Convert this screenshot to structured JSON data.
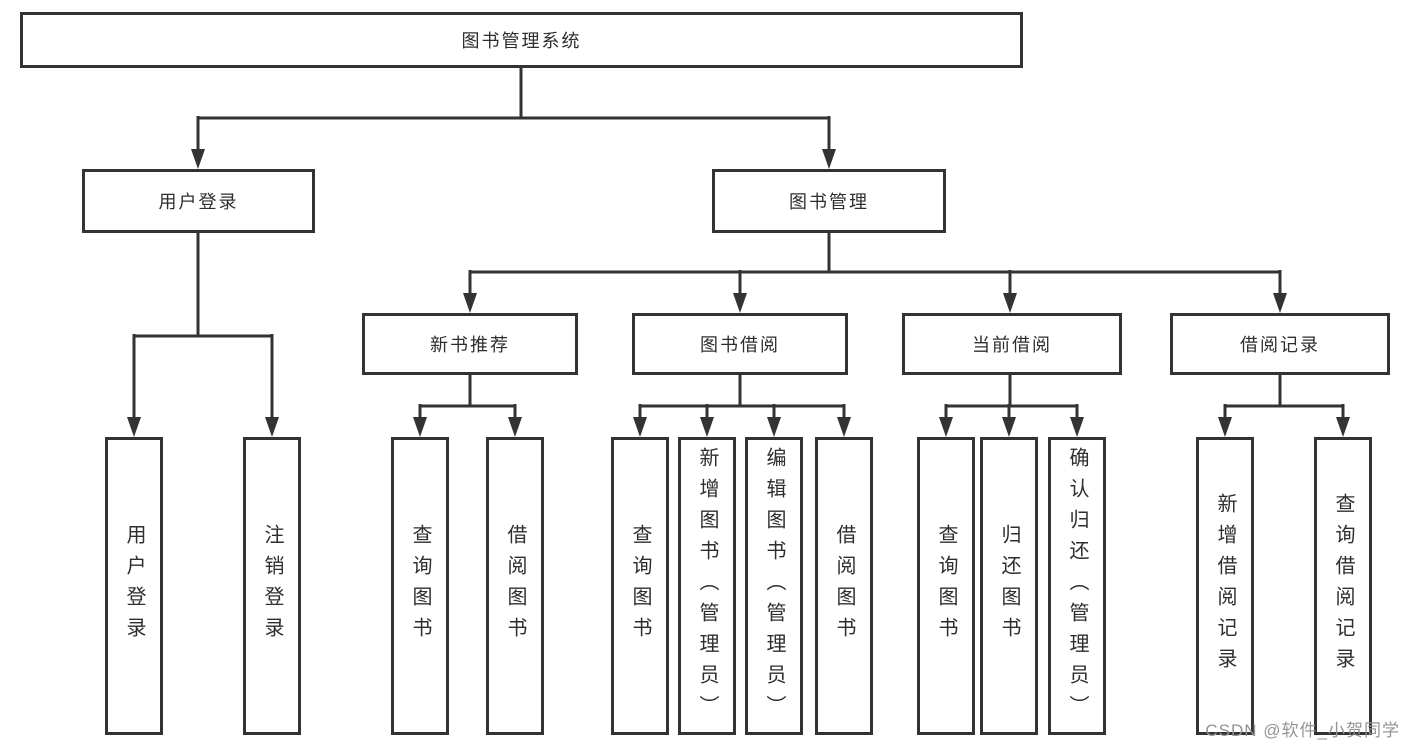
{
  "tree": {
    "label": "图书管理系统",
    "children": [
      {
        "label": "用户登录",
        "children": [
          {
            "label": "用户登录"
          },
          {
            "label": "注销登录"
          }
        ]
      },
      {
        "label": "图书管理",
        "children": [
          {
            "label": "新书推荐",
            "children": [
              {
                "label": "查询图书"
              },
              {
                "label": "借阅图书"
              }
            ]
          },
          {
            "label": "图书借阅",
            "children": [
              {
                "label": "查询图书"
              },
              {
                "label": "新增图书（管理员）"
              },
              {
                "label": "编辑图书（管理员）"
              },
              {
                "label": "借阅图书"
              }
            ]
          },
          {
            "label": "当前借阅",
            "children": [
              {
                "label": "查询图书"
              },
              {
                "label": "归还图书"
              },
              {
                "label": "确认归还（管理员）"
              }
            ]
          },
          {
            "label": "借阅记录",
            "children": [
              {
                "label": "新增借阅记录"
              },
              {
                "label": "查询借阅记录"
              }
            ]
          }
        ]
      }
    ]
  },
  "watermark": "CSDN @软件_小贺同学",
  "colors": {
    "line": "#333333",
    "text": "#2e2e2e",
    "watermark": "#949494",
    "background": "#ffffff"
  }
}
